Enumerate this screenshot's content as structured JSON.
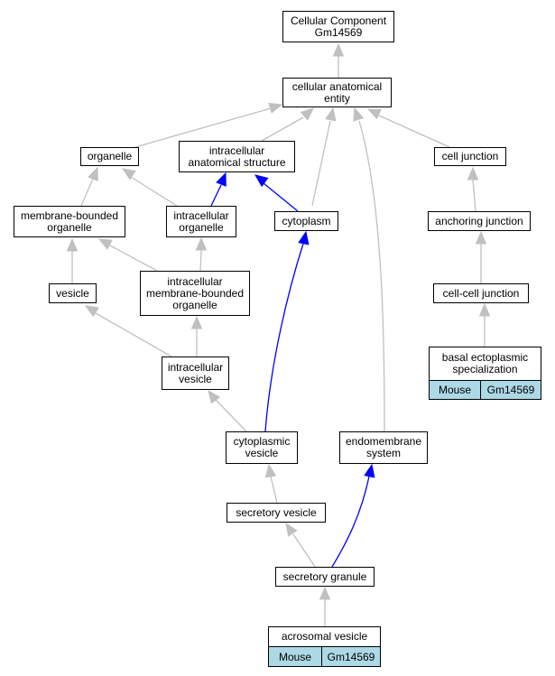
{
  "colors": {
    "edge_gray": "#c0c0c0",
    "edge_blue": "#0000ff",
    "tag_fill": "#add8e6"
  },
  "nodes": {
    "cc_root": "Cellular Component\nGm14569",
    "cellular_anatomical_entity": "cellular anatomical\nentity",
    "organelle": "organelle",
    "intracellular_anatomical_structure": "intracellular\nanatomical structure",
    "cell_junction": "cell junction",
    "membrane_bounded_organelle": "membrane-bounded\norganelle",
    "intracellular_organelle": "intracellular\norganelle",
    "cytoplasm": "cytoplasm",
    "anchoring_junction": "anchoring junction",
    "vesicle": "vesicle",
    "intracellular_membrane_bounded_organelle": "intracellular\nmembrane-bounded\norganelle",
    "cell_cell_junction": "cell-cell junction",
    "basal_ectoplasmic_specialization": "basal ectoplasmic\nspecialization",
    "intracellular_vesicle": "intracellular\nvesicle",
    "cytoplasmic_vesicle": "cytoplasmic\nvesicle",
    "endomembrane_system": "endomembrane\nsystem",
    "secretory_vesicle": "secretory vesicle",
    "secretory_granule": "secretory granule",
    "acrosomal_vesicle": "acrosomal vesicle"
  },
  "annotations": {
    "basal_ectoplasmic_specialization": {
      "species": "Mouse",
      "gene": "Gm14569"
    },
    "acrosomal_vesicle": {
      "species": "Mouse",
      "gene": "Gm14569"
    }
  }
}
